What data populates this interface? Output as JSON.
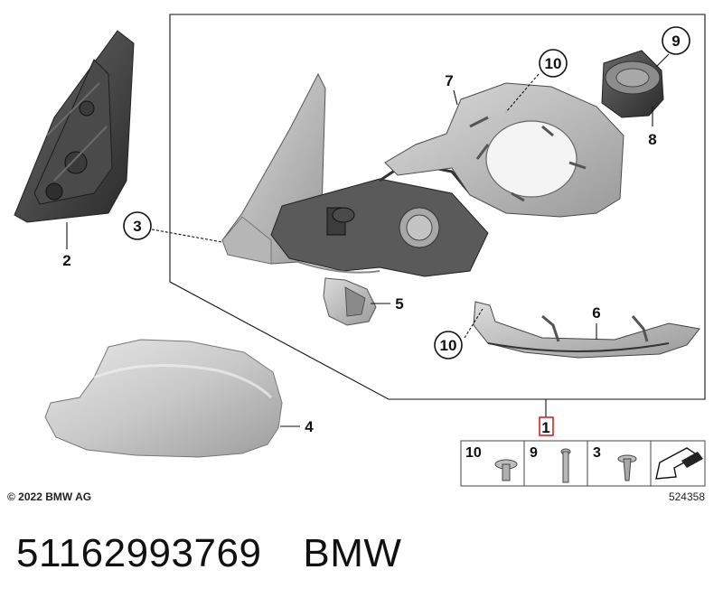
{
  "diagram": {
    "callouts": {
      "c10_top": "10",
      "c9": "9",
      "c3": "3",
      "c10_bottom": "10"
    },
    "labels": {
      "l7": "7",
      "l8": "8",
      "l2": "2",
      "l5": "5",
      "l6": "6",
      "l4": "4",
      "l1": "1"
    },
    "legend": {
      "items": [
        "10",
        "9",
        "3"
      ]
    },
    "copyright": "© 2022 BMW AG",
    "image_number": "524358"
  },
  "caption": {
    "part_number": "51162993769",
    "brand": "BMW"
  },
  "colors": {
    "part_fill": "#c8c8c8",
    "part_dark": "#3a3a3a",
    "highlight_box": "#e02020"
  }
}
